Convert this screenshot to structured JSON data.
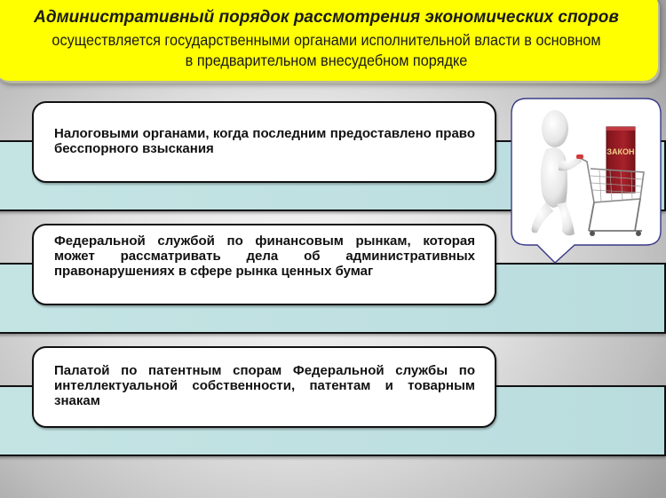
{
  "header": {
    "title": "Административный  порядок рассмотрения экономических споров",
    "subtitle_line1": "осуществляется государственными органами исполнительной власти в основном",
    "subtitle_line2": "в предварительном внесудебном порядке"
  },
  "items": [
    {
      "text": "Налоговыми органами, когда последним предоставлено право бесспорного взыскания"
    },
    {
      "text": "Федеральной службой по финансовым рынкам, которая может рассматривать дела об административных правонарушениях в сфере рынка ценных бумаг"
    },
    {
      "text": "Палатой по патентным спорам Федеральной службы по интеллектуальной собственности, патентам и товарным знакам"
    }
  ],
  "illustration": {
    "description": "figure pushing shopping cart with law book",
    "book_label": "ЗАКОН"
  },
  "colors": {
    "header_bg": "#ffff00",
    "band_bg": "#bfe0e1",
    "book_red": "#9e1c24",
    "callout_border": "#3a3a8a"
  }
}
